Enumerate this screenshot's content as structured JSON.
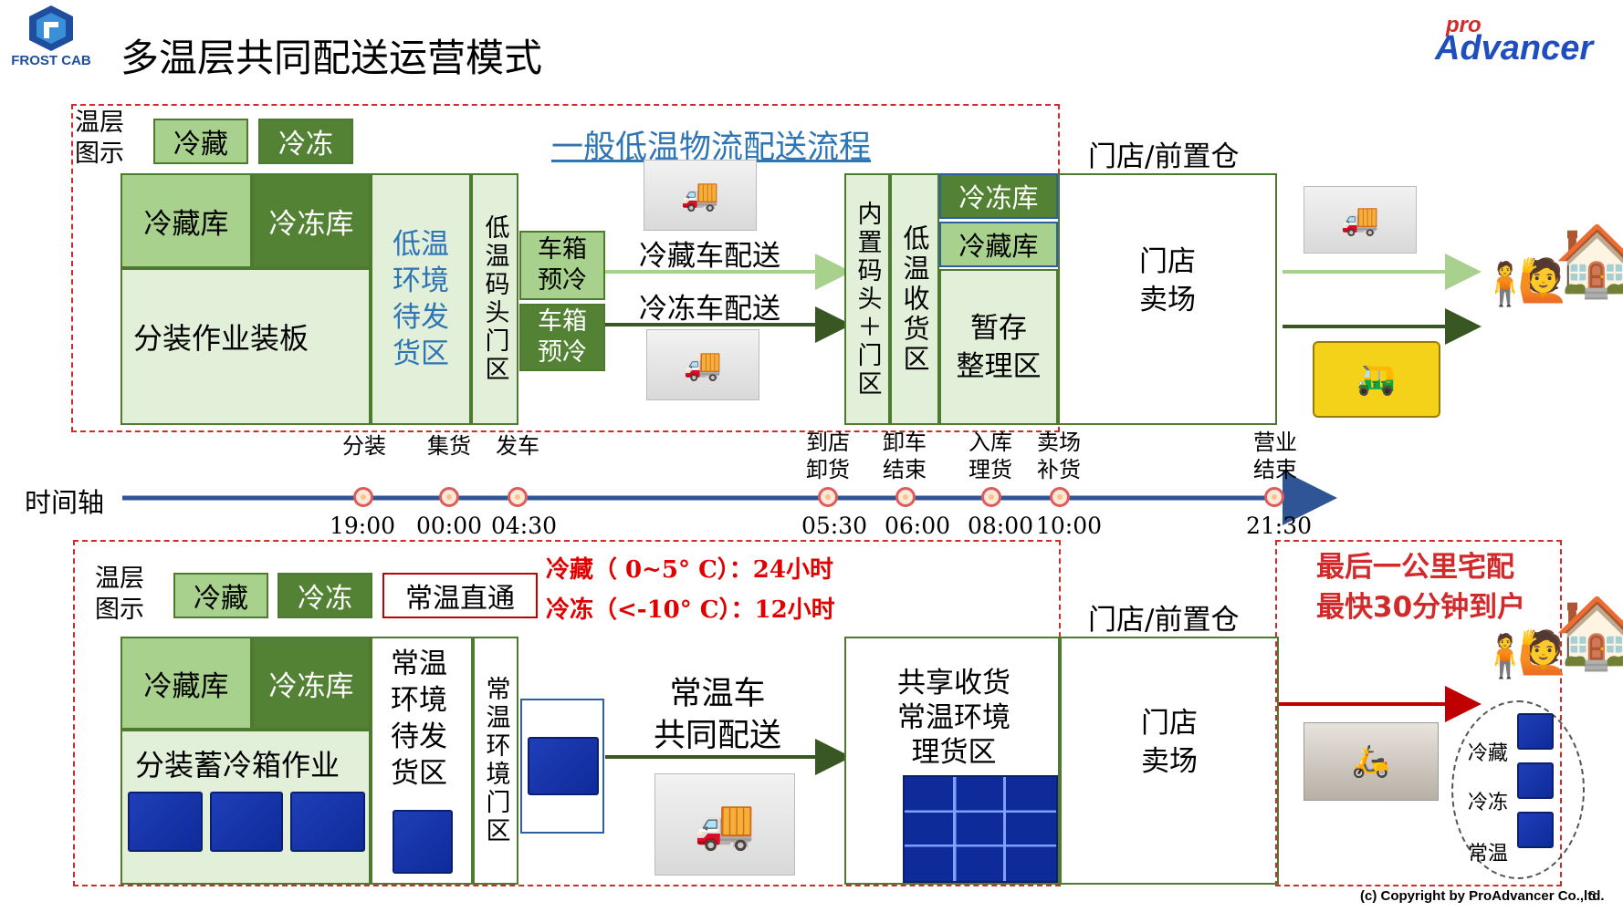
{
  "header": {
    "logo_text": "FROST CAB",
    "title": "多温层共同配送运营模式",
    "brand_right_pre": "pro",
    "brand_right": "Advancer"
  },
  "colors": {
    "light_green": "#a9d18e",
    "dark_green": "#548235",
    "red": "#d22a2a",
    "axis_blue": "#2f5597",
    "link_blue": "#2e75b6"
  },
  "top": {
    "legend_label": "温层\n图示",
    "legend_chilled": "冷藏",
    "legend_frozen": "冷冻",
    "flow_title": "一般低温物流配送流程",
    "chill_store": "冷藏库",
    "freeze_store": "冷冻库",
    "sort_board": "分装作业装板",
    "low_temp_wait": "低温\n环境\n待发\n货区",
    "dock_door": "低温码头门区",
    "precool_1": "车箱\n预冷",
    "precool_2": "车箱\n预冷",
    "chill_delivery": "冷藏车配送",
    "freeze_delivery": "冷冻车配送",
    "inner_dock": "内置码头＋门区",
    "low_temp_receive": "低温收货区",
    "store_freeze": "冷冻库",
    "store_chill": "冷藏库",
    "temp_sort": "暂存\n整理区",
    "store_header": "门店/前置仓",
    "store_floor": "门店\n卖场",
    "truck_icon": "truck-icon",
    "tricycle_icon": "tricycle-icon",
    "customer_icon": "customer-house-icon"
  },
  "timeline": {
    "label": "时间轴",
    "events": [
      {
        "name": "分装",
        "time": "19:00"
      },
      {
        "name": "集货",
        "time": "00:00"
      },
      {
        "name": "发车",
        "time": "04:30"
      },
      {
        "name": "到店\n卸货",
        "time": "05:30"
      },
      {
        "name": "卸车\n结束",
        "time": "06:00"
      },
      {
        "name": "入库\n理货",
        "time": "08:00"
      },
      {
        "name": "卖场\n补货",
        "time": "10:00"
      },
      {
        "name": "营业\n结束",
        "time": "21:30"
      }
    ]
  },
  "bottom": {
    "legend_label": "温层\n图示",
    "legend_chilled": "冷藏",
    "legend_frozen": "冷冻",
    "legend_ambient": "常温直通",
    "note_chilled": "冷藏（ 0~5° C）：24小时",
    "note_frozen": "冷冻（<-10° C）：12小时",
    "chill_store": "冷藏库",
    "freeze_store": "冷冻库",
    "sort_box": "分装蓄冷箱作业",
    "ambient_wait": "常温\n环境\n待发\n货区",
    "ambient_door": "常温环境门区",
    "ambient_truck": "常温车\n共同配送",
    "shared_receive": "共享收货\n常温环境\n理货区",
    "store_header": "门店/前置仓",
    "store_floor": "门店\n卖场",
    "last_mile": "最后一公里宅配\n最快30分钟到户",
    "circle_chill": "冷藏",
    "circle_freeze": "冷冻",
    "circle_ambient": "常温"
  },
  "footer": {
    "copyright": "(c) Copyright by  ProAdvancer Co.,ltd.",
    "page": "6"
  }
}
